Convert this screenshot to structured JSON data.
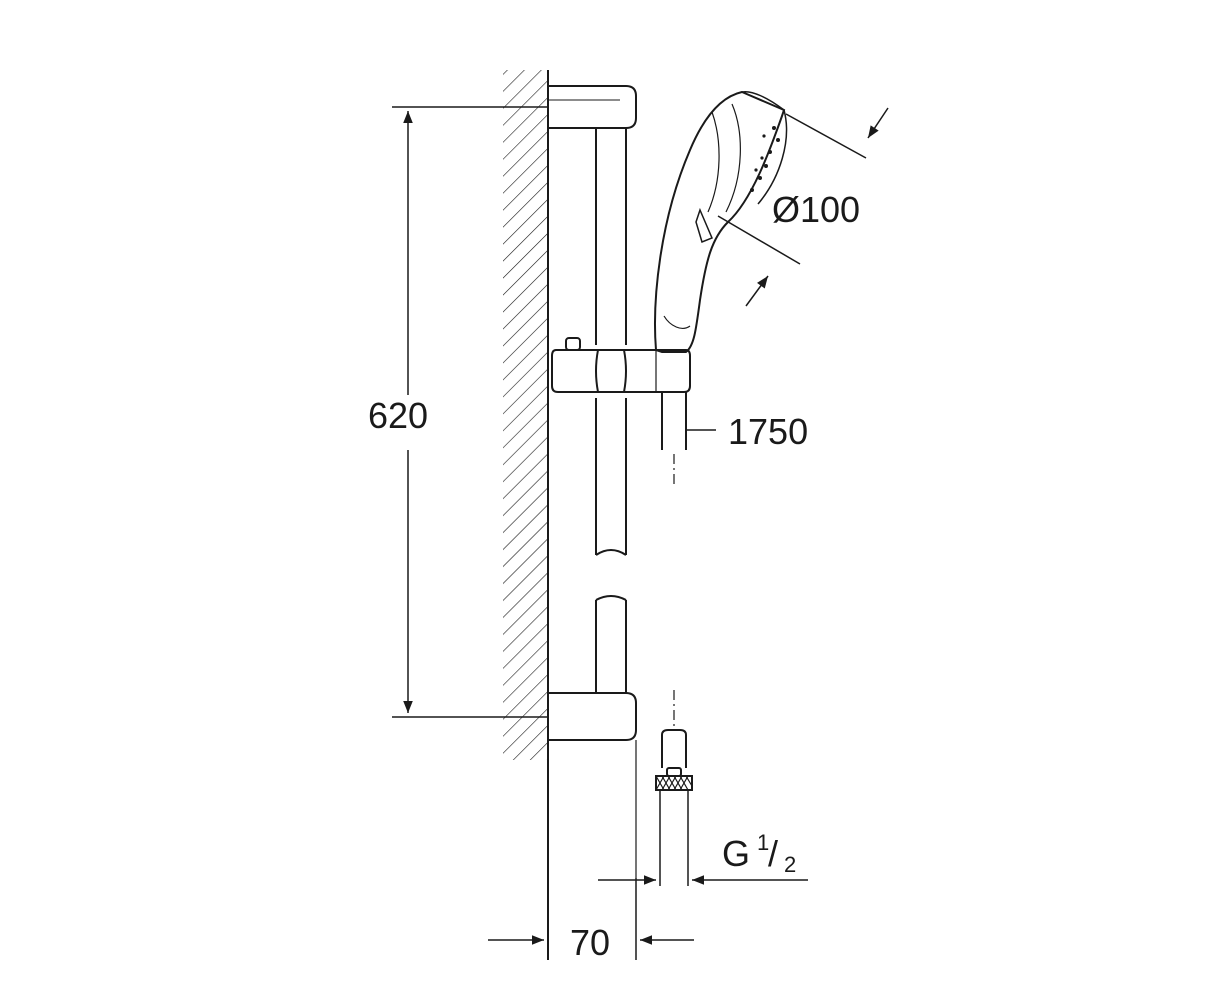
{
  "diagram": {
    "title": "",
    "line_color": "#1a1a1a",
    "background": "#ffffff",
    "dimensions": {
      "rail_length": "620",
      "head_diameter": "Ø100",
      "hose_length": "1750",
      "wall_projection": "70",
      "thread_main": "G",
      "thread_numerator": "1",
      "thread_slash": "/",
      "thread_denominator": "2"
    }
  }
}
